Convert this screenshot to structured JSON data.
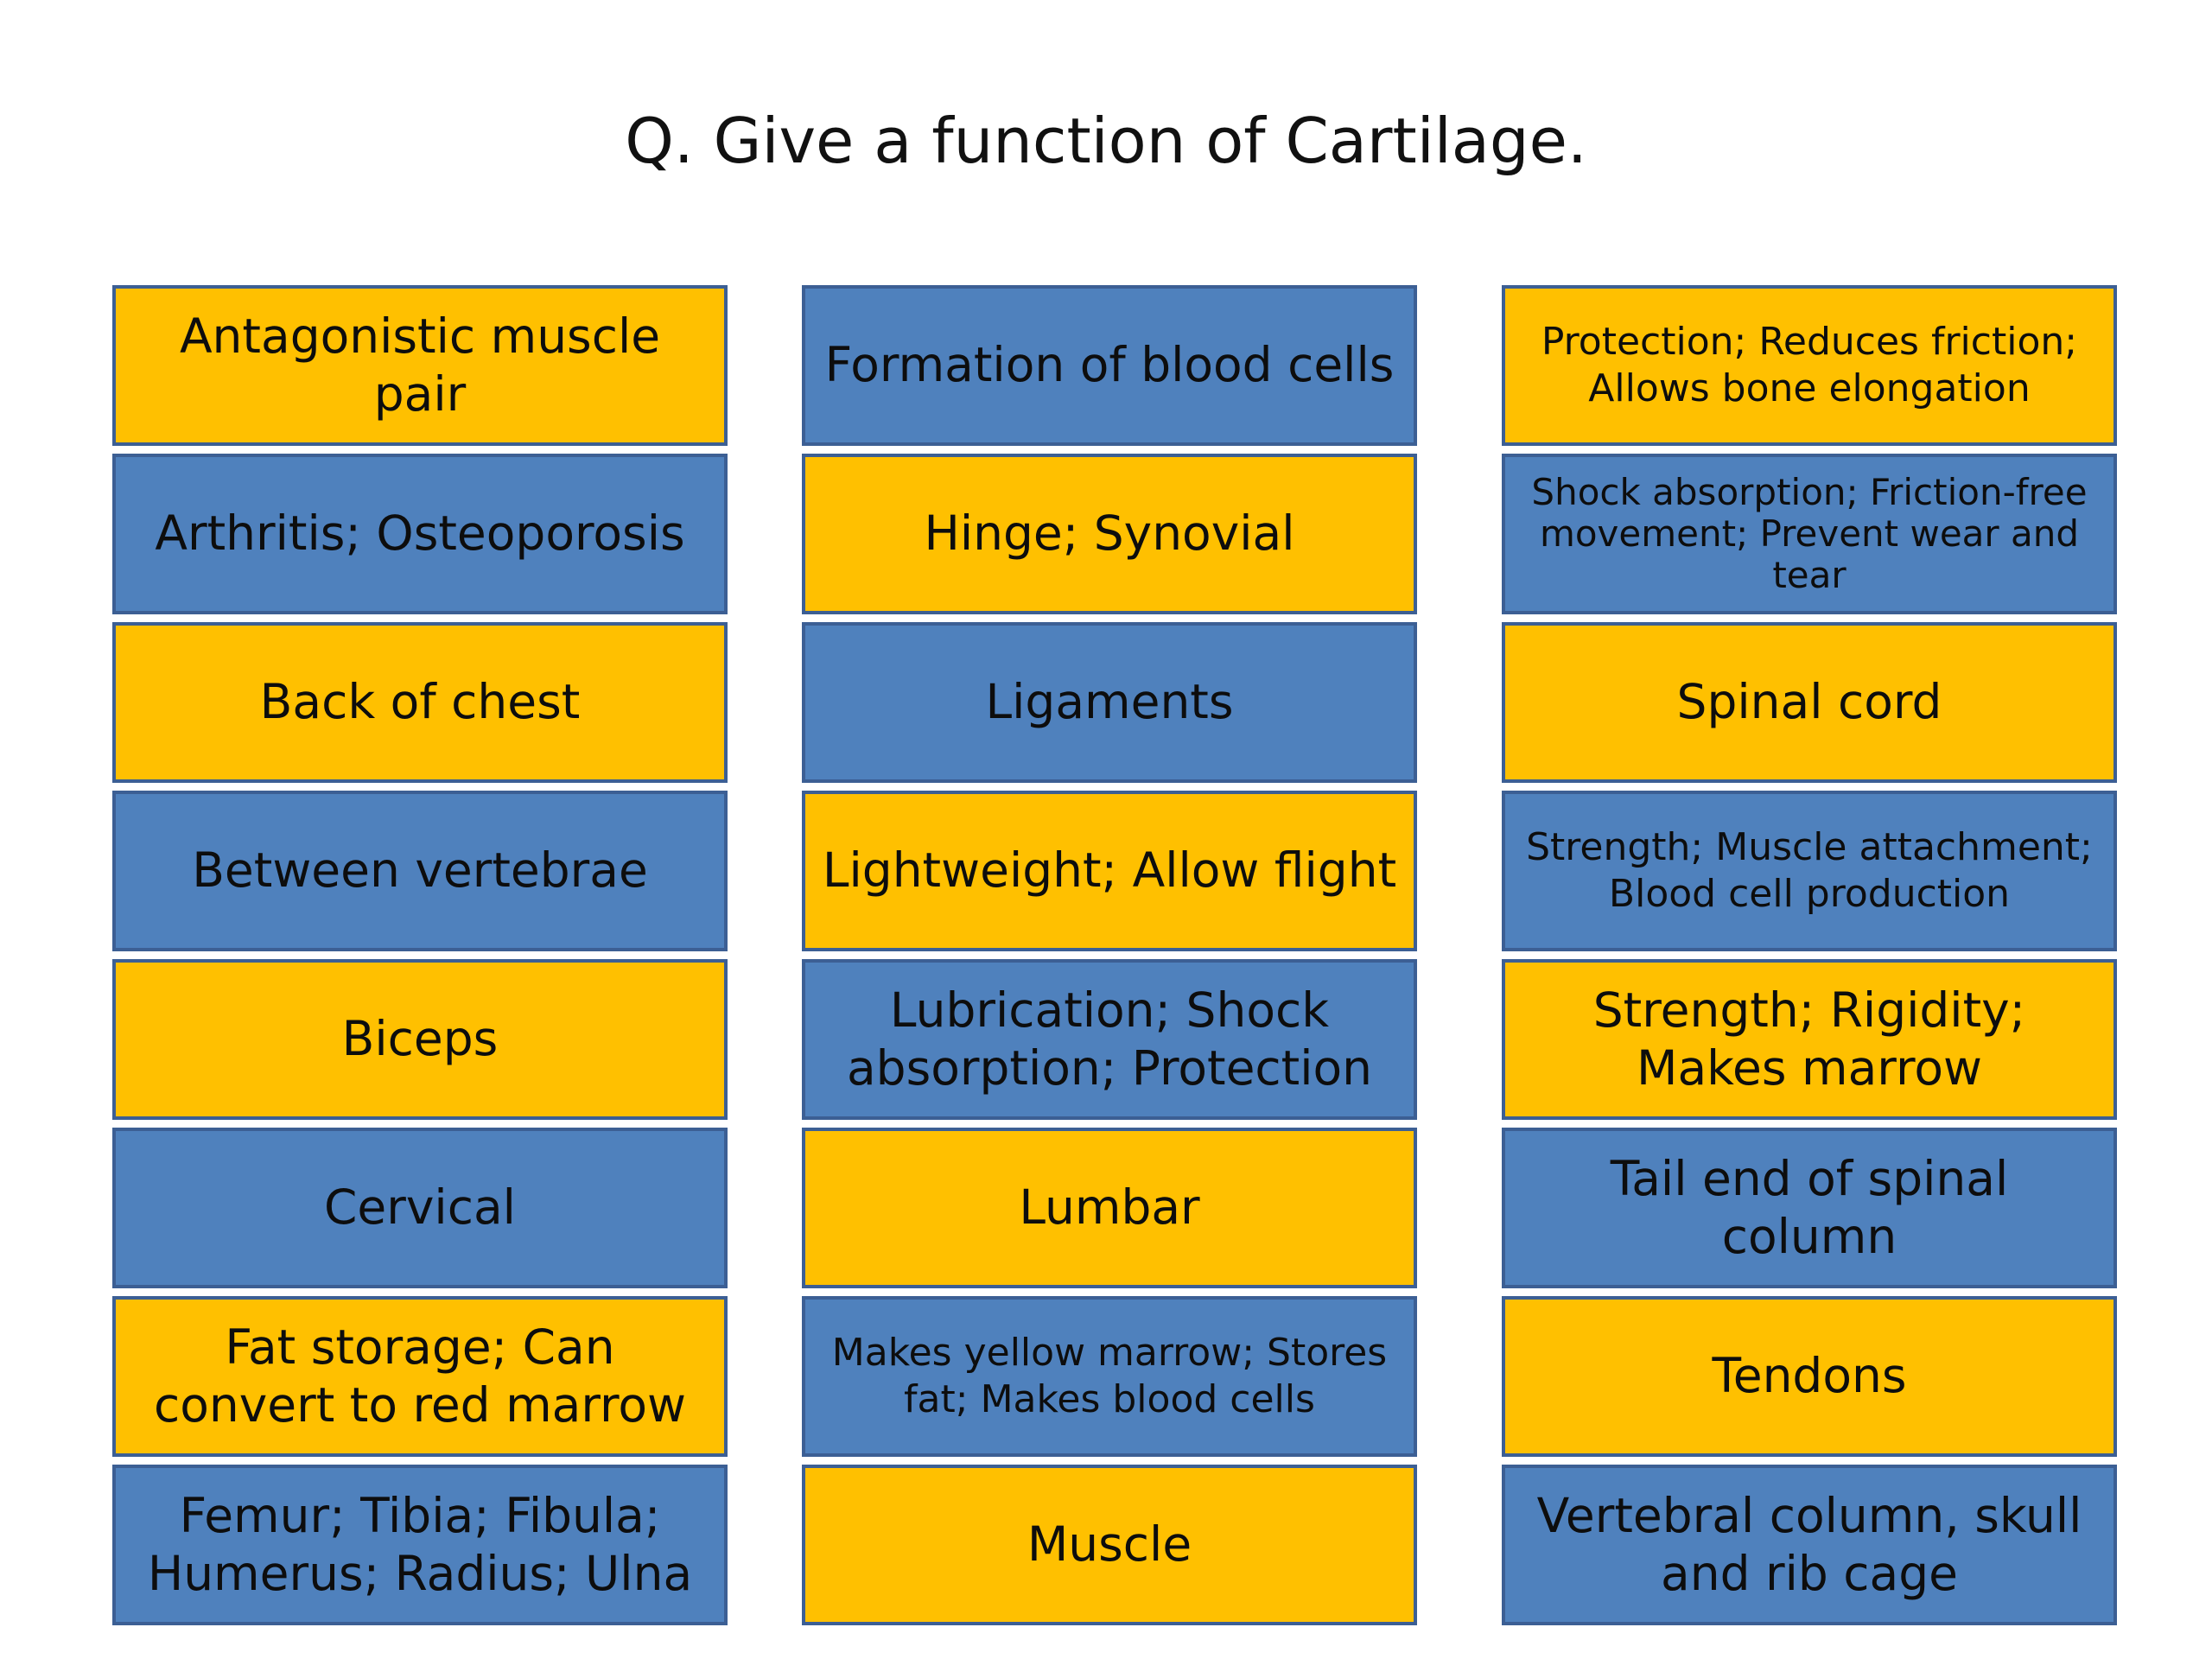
{
  "title": "Q. Give a function of Cartilage.",
  "colors": {
    "yellow": "#ffc000",
    "blue": "#4f81bd",
    "border": "#3c5f94"
  },
  "columns": [
    [
      {
        "text": "Antagonistic muscle pair",
        "color": "yellow"
      },
      {
        "text": "Arthritis; Osteoporosis",
        "color": "blue"
      },
      {
        "text": "Back of chest",
        "color": "yellow"
      },
      {
        "text": "Between vertebrae",
        "color": "blue"
      },
      {
        "text": "Biceps",
        "color": "yellow"
      },
      {
        "text": "Cervical",
        "color": "blue"
      },
      {
        "text": "Fat storage; Can convert to red marrow",
        "color": "yellow"
      },
      {
        "text": "Femur; Tibia; Fibula; Humerus; Radius; Ulna",
        "color": "blue"
      }
    ],
    [
      {
        "text": "Formation of blood cells",
        "color": "blue"
      },
      {
        "text": "Hinge; Synovial",
        "color": "yellow"
      },
      {
        "text": "Ligaments",
        "color": "blue"
      },
      {
        "text": "Lightweight; Allow flight",
        "color": "yellow"
      },
      {
        "text": "Lubrication; Shock absorption; Protection",
        "color": "blue"
      },
      {
        "text": "Lumbar",
        "color": "yellow"
      },
      {
        "text": "Makes yellow marrow; Stores fat; Makes blood cells",
        "color": "blue"
      },
      {
        "text": "Muscle",
        "color": "yellow"
      }
    ],
    [
      {
        "text": "Protection; Reduces friction; Allows bone elongation",
        "color": "yellow"
      },
      {
        "text": "Shock absorption; Friction-free movement; Prevent wear and tear",
        "color": "blue"
      },
      {
        "text": "Spinal cord",
        "color": "yellow"
      },
      {
        "text": "Strength; Muscle attachment; Blood cell production",
        "color": "blue"
      },
      {
        "text": "Strength; Rigidity; Makes marrow",
        "color": "yellow"
      },
      {
        "text": "Tail end of spinal column",
        "color": "blue"
      },
      {
        "text": "Tendons",
        "color": "yellow"
      },
      {
        "text": "Vertebral column, skull and rib cage",
        "color": "blue"
      }
    ]
  ]
}
